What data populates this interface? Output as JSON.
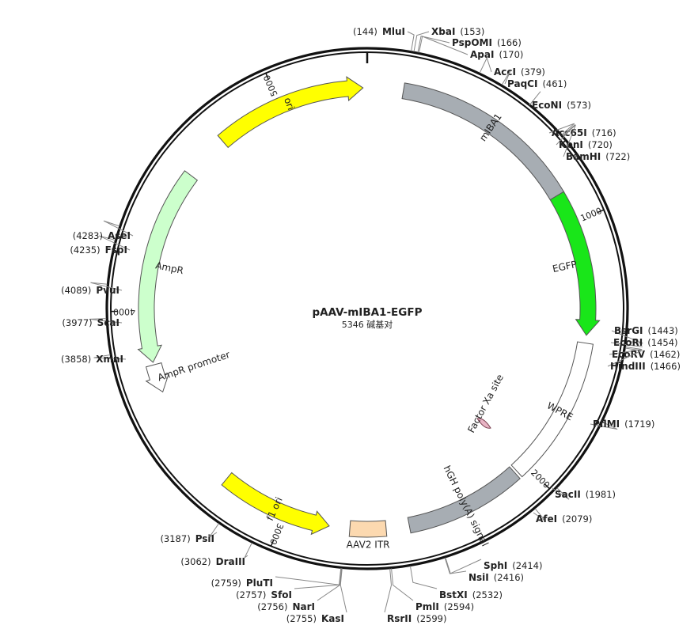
{
  "plasmid": {
    "name": "pAAV-mIBA1-EGFP",
    "length_text": "5346 碱基对",
    "length_bp": 5346
  },
  "ticks": [
    {
      "bp": 1000,
      "label": "1000"
    },
    {
      "bp": 2000,
      "label": "2000"
    },
    {
      "bp": 3000,
      "label": "3000"
    },
    {
      "bp": 4000,
      "label": "4000"
    },
    {
      "bp": 5000,
      "label": "5000"
    }
  ],
  "features": [
    {
      "name": "mIBA1",
      "start": 140,
      "end": 880,
      "direction": "none",
      "color": "#a7adb3"
    },
    {
      "name": "EGFP",
      "start": 880,
      "end": 1440,
      "direction": "cw",
      "color": "#19e619"
    },
    {
      "name": "WPRE",
      "start": 1470,
      "end": 2040,
      "direction": "none",
      "color": "#ffffff"
    },
    {
      "name": "hGH poly(A) signal",
      "start": 2050,
      "end": 2510,
      "direction": "none",
      "color": "#a7adb3"
    },
    {
      "name": "AAV2 ITR",
      "start": 2600,
      "end": 2740,
      "direction": "none",
      "color": "#fcd9b0"
    },
    {
      "name": "f1 ori",
      "start": 2820,
      "end": 3260,
      "direction": "ccw",
      "color": "#ffff00"
    },
    {
      "name": "AmpR promoter",
      "start": 3680,
      "end": 3790,
      "direction": "ccw",
      "color": "#ffffff"
    },
    {
      "name": "AmpR",
      "start": 3800,
      "end": 4560,
      "direction": "ccw",
      "color": "#ccffcc"
    },
    {
      "name": "ori",
      "start": 4740,
      "end": 5330,
      "direction": "cw",
      "color": "#ffff00"
    }
  ],
  "factor_xa_label": "Factor Xa site",
  "sites": [
    {
      "name": "MluI",
      "pos": "(144)",
      "bp": 144
    },
    {
      "name": "XbaI",
      "pos": "(153)",
      "bp": 153
    },
    {
      "name": "PspOMI",
      "pos": "(166)",
      "bp": 166
    },
    {
      "name": "ApaI",
      "pos": "(170)",
      "bp": 170
    },
    {
      "name": "AccI",
      "pos": "(379)",
      "bp": 379
    },
    {
      "name": "PaqCI",
      "pos": "(461)",
      "bp": 461
    },
    {
      "name": "EcoNI",
      "pos": "(573)",
      "bp": 573
    },
    {
      "name": "Acc65I",
      "pos": "(716)",
      "bp": 716
    },
    {
      "name": "KpnI",
      "pos": "(720)",
      "bp": 720
    },
    {
      "name": "BamHI",
      "pos": "(722)",
      "bp": 722
    },
    {
      "name": "BsrGI",
      "pos": "(1443)",
      "bp": 1443
    },
    {
      "name": "EcoRI",
      "pos": "(1454)",
      "bp": 1454
    },
    {
      "name": "EcoRV",
      "pos": "(1462)",
      "bp": 1462
    },
    {
      "name": "HindIII",
      "pos": "(1466)",
      "bp": 1466
    },
    {
      "name": "PflMI",
      "pos": "(1719)",
      "bp": 1719
    },
    {
      "name": "SacII",
      "pos": "(1981)",
      "bp": 1981
    },
    {
      "name": "AfeI",
      "pos": "(2079)",
      "bp": 2079
    },
    {
      "name": "SphI",
      "pos": "(2414)",
      "bp": 2414
    },
    {
      "name": "NsiI",
      "pos": "(2416)",
      "bp": 2416
    },
    {
      "name": "BstXI",
      "pos": "(2532)",
      "bp": 2532
    },
    {
      "name": "PmlI",
      "pos": "(2594)",
      "bp": 2594
    },
    {
      "name": "RsrII",
      "pos": "(2599)",
      "bp": 2599
    },
    {
      "name": "KasI",
      "pos": "(2755)",
      "bp": 2755
    },
    {
      "name": "NarI",
      "pos": "(2756)",
      "bp": 2756
    },
    {
      "name": "SfoI",
      "pos": "(2757)",
      "bp": 2757
    },
    {
      "name": "PluTI",
      "pos": "(2759)",
      "bp": 2759
    },
    {
      "name": "DraIII",
      "pos": "(3062)",
      "bp": 3062
    },
    {
      "name": "PsiI",
      "pos": "(3187)",
      "bp": 3187
    },
    {
      "name": "XmnI",
      "pos": "(3858)",
      "bp": 3858
    },
    {
      "name": "ScaI",
      "pos": "(3977)",
      "bp": 3977
    },
    {
      "name": "PvuI",
      "pos": "(4089)",
      "bp": 4089
    },
    {
      "name": "FspI",
      "pos": "(4235)",
      "bp": 4235
    },
    {
      "name": "AseI",
      "pos": "(4283)",
      "bp": 4283
    }
  ]
}
